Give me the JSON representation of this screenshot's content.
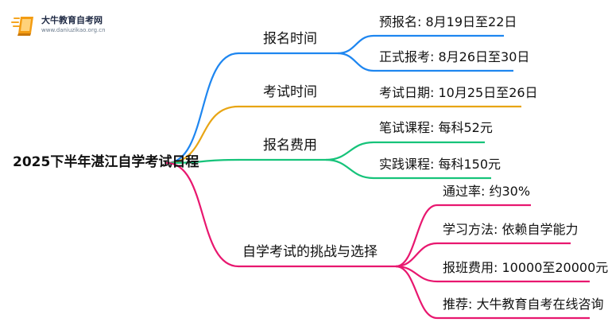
{
  "logo": {
    "name": "大牛教育自考网",
    "url": "www.daniuzikao.org.cn"
  },
  "root": {
    "label": "2025下半年湛江自学考试日程"
  },
  "branches": [
    {
      "label": "报名时间",
      "color": "#1e86f0",
      "leaves": [
        "预报名: 8月19日至22日",
        "正式报考: 8月26日至30日"
      ]
    },
    {
      "label": "考试时间",
      "color": "#e8a514",
      "leaves": [
        "考试日期: 10月25日至26日"
      ]
    },
    {
      "label": "报名费用",
      "color": "#16c37a",
      "leaves": [
        "笔试课程: 每科52元",
        "实践课程: 每科150元"
      ]
    },
    {
      "label": "自学考试的挑战与选择",
      "color": "#e8176f",
      "leaves": [
        "通过率: 约30%",
        "学习方法: 依赖自学能力",
        "报班费用: 10000至20000元",
        "推荐: 大牛教育自考在线咨询"
      ]
    }
  ]
}
